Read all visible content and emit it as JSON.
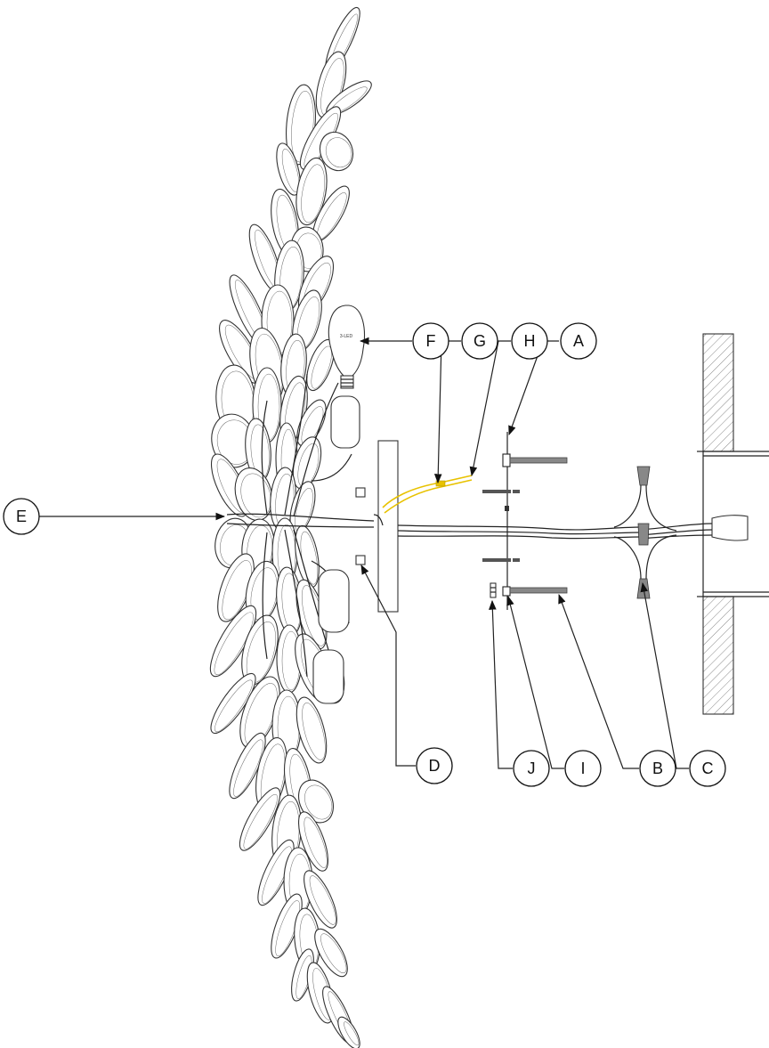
{
  "callouts": {
    "A": "A",
    "B": "B",
    "C": "C",
    "D": "D",
    "E": "E",
    "F": "F",
    "G": "G",
    "H": "H",
    "I": "I",
    "J": "J"
  },
  "bulb_label": "3-LED",
  "colors": {
    "line": "#222222",
    "wire_highlight": "#e8c200",
    "background": "#ffffff"
  }
}
